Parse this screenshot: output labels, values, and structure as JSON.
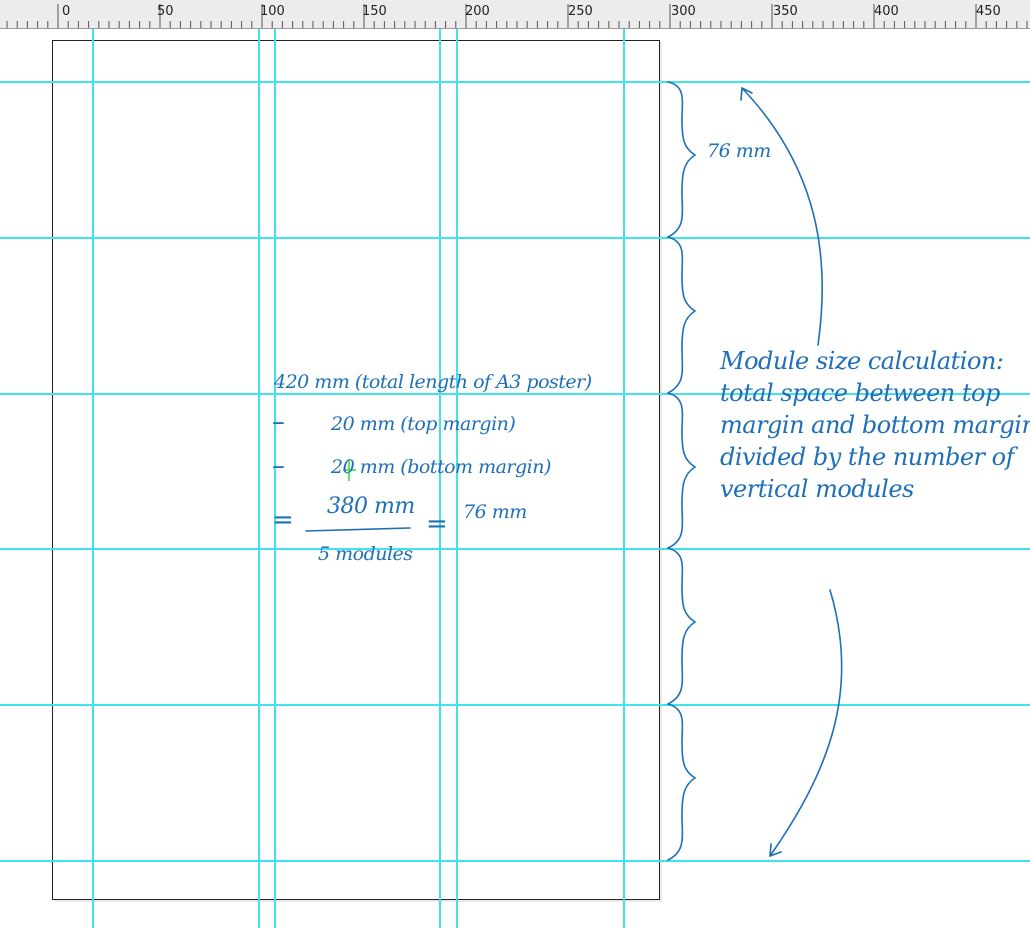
{
  "ruler": {
    "labels": [
      "0",
      "50",
      "100",
      "150",
      "200",
      "250",
      "300",
      "350",
      "400",
      "450"
    ]
  },
  "annotations": {
    "module_height": "76 mm",
    "line1": "420 mm (total length of A3 poster)",
    "line2_op": "–",
    "line2": "20 mm (top margin)",
    "line3_op": "–",
    "line3": "20 mm (bottom margin)",
    "eq_op": "=",
    "numerator": "380 mm",
    "denominator": "5 modules",
    "eq_op2": "=",
    "result": "76 mm",
    "note_title": "Module size calculation:",
    "note_lines": [
      "total space between top",
      "margin and bottom margin",
      "divided by the number of",
      "vertical modules"
    ]
  },
  "colors": {
    "guide": "#3fe3ec",
    "ink": "#1e6fb8",
    "frame": "#222222",
    "ruler_bg": "#ececec",
    "cursor": "#33dd33"
  }
}
